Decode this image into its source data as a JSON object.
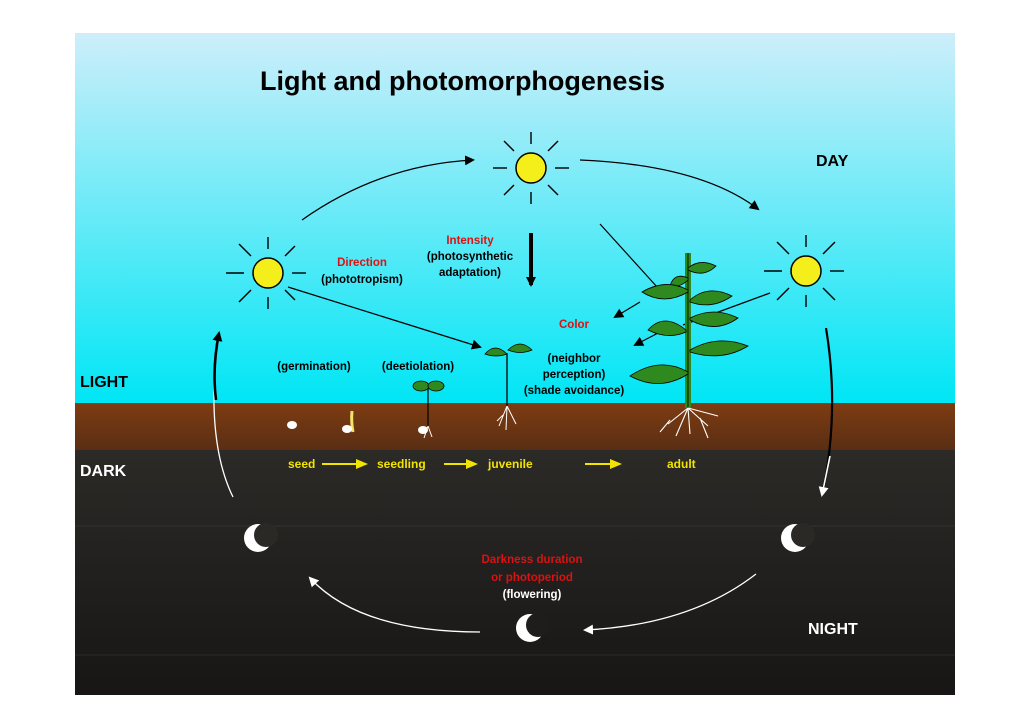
{
  "title": "Light and photomorphogenesis",
  "labels": {
    "day": "DAY",
    "night": "NIGHT",
    "light": "LIGHT",
    "dark": "DARK"
  },
  "factors": {
    "intensity": {
      "name": "Intensity",
      "line1": "(photosynthetic",
      "line2": "adaptation)"
    },
    "direction": {
      "name": "Direction",
      "detail": "(phototropism)"
    },
    "color": {
      "name": "Color",
      "line1": "(neighbor",
      "line2": "perception)",
      "line3": "(shade avoidance)"
    },
    "darkness": {
      "name": "Darkness duration",
      "line2": "or photoperiod",
      "detail": "(flowering)"
    }
  },
  "processes": {
    "germination": "(germination)",
    "deetiolation": "(deetiolation)"
  },
  "stages": [
    "seed",
    "seedling",
    "juvenile",
    "adult"
  ],
  "colors": {
    "accent_red": "#dd1111",
    "stage_yellow": "#f2e400",
    "sun_fill": "#f4ee1a",
    "soil": "#7a3a12",
    "leaf_green": "#2e8a1e"
  },
  "icons": [
    "sun-icon",
    "moon-icon",
    "seed-icon",
    "seedling-icon",
    "juvenile-plant-icon",
    "adult-plant-icon"
  ]
}
